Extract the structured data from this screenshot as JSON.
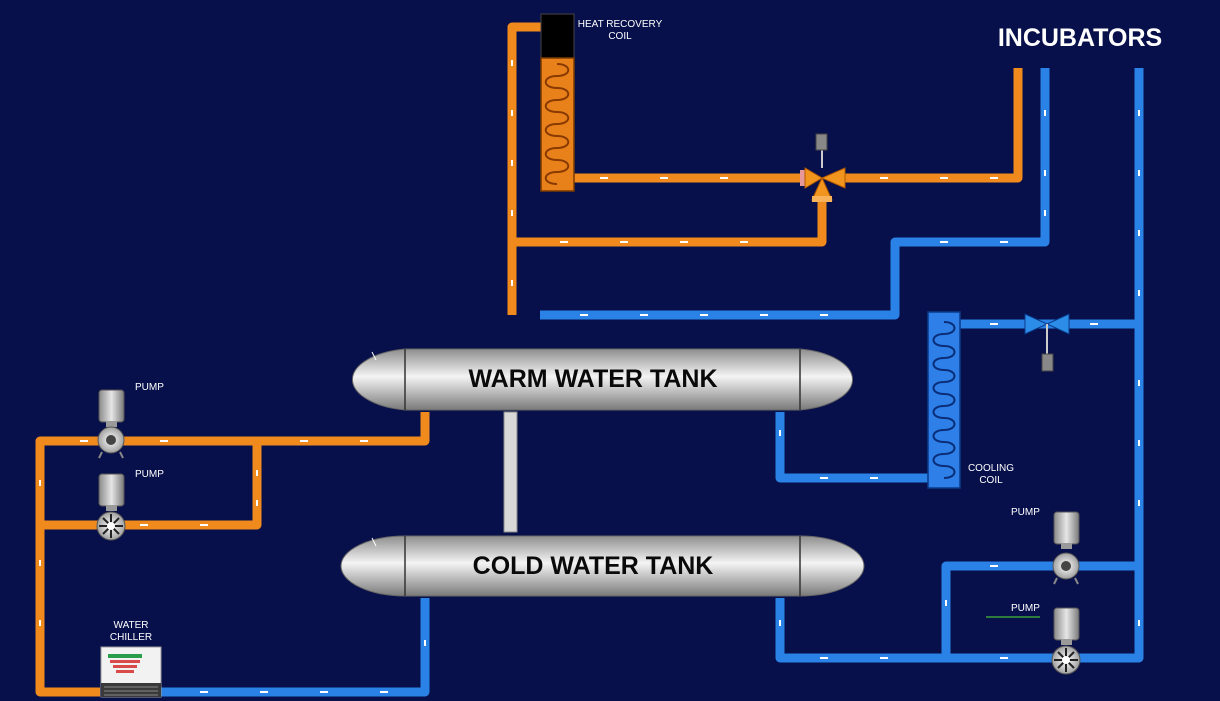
{
  "title": "INCUBATORS",
  "tanks": {
    "warm": "WARM WATER TANK",
    "cold": "COLD WATER TANK"
  },
  "labels": {
    "heat_recovery_coil": [
      "HEAT RECOVERY",
      "COIL"
    ],
    "cooling_coil": [
      "COOLING",
      "COIL"
    ],
    "water_chiller": [
      "WATER",
      "CHILLER"
    ],
    "pump": "PUMP"
  },
  "colors": {
    "background": "#07104a",
    "warm_pipe": "#f08a1c",
    "cold_pipe": "#2a82e6",
    "tank": "#c9c9c9"
  }
}
